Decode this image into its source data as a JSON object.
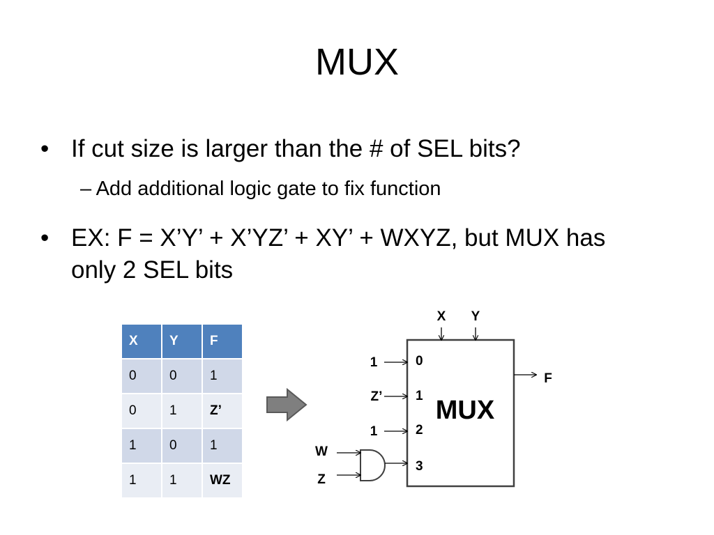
{
  "slide": {
    "title": "MUX",
    "bullets": [
      {
        "symbol": "•",
        "text": "If cut size is larger than the # of SEL bits?"
      },
      {
        "symbol": "•",
        "line1": "EX:  F = X’Y’ + X’YZ’ + XY’ + WXYZ, but MUX has",
        "line2": "only 2 SEL bits"
      }
    ],
    "sub_bullet": "– Add additional logic gate to fix function"
  },
  "truth_table": {
    "headers": [
      "X",
      "Y",
      "F"
    ],
    "rows": [
      [
        "0",
        "0",
        "1"
      ],
      [
        "0",
        "1",
        "Z’"
      ],
      [
        "1",
        "0",
        "1"
      ],
      [
        "1",
        "1",
        "WZ"
      ]
    ]
  },
  "mux": {
    "label": "MUX",
    "select_labels": [
      "X",
      "Y"
    ],
    "port_labels": [
      "0",
      "1",
      "2",
      "3"
    ],
    "input_labels": [
      "1",
      "Z’",
      "1"
    ],
    "output_label": "F",
    "gate_inputs": [
      "W",
      "Z"
    ]
  }
}
